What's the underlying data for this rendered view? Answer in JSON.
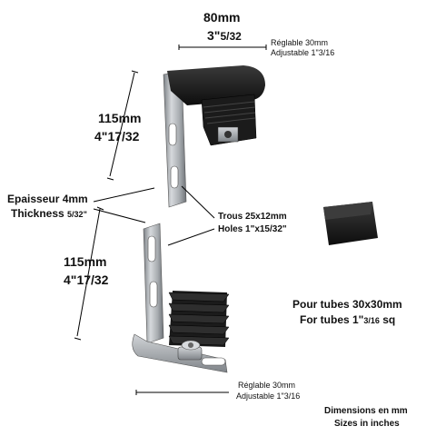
{
  "top_width": {
    "mm": "80mm",
    "inch_whole": "3\"",
    "inch_frac": "5/32"
  },
  "top_adjust": {
    "fr": "Réglable 30mm",
    "en": "Adjustable 1\"3/16"
  },
  "top_height": {
    "mm": "115mm",
    "inch_whole": "4\"",
    "inch_frac": "17/32"
  },
  "thickness": {
    "fr": "Epaisseur 4mm",
    "en": "Thickness",
    "en_frac": "5/32\""
  },
  "holes": {
    "fr": "Trous 25x12mm",
    "en": "Holes 1\"x15/32\""
  },
  "bottom_height": {
    "mm": "115mm",
    "inch_whole": "4\"",
    "inch_frac": "17/32"
  },
  "tubes": {
    "fr": "Pour tubes 30x30mm",
    "en_prefix": "For tubes 1\"",
    "en_frac": "3/16",
    "en_suffix": " sq"
  },
  "bottom_adjust": {
    "fr": "Réglable 30mm",
    "en": "Adjustable 1\"3/16"
  },
  "units": {
    "fr": "Dimensions en mm",
    "en": "Sizes in inches"
  },
  "colors": {
    "metal": "#b8bcc0",
    "metal_dark": "#6e7378",
    "plastic": "#1a1a1a",
    "line": "#000000"
  }
}
